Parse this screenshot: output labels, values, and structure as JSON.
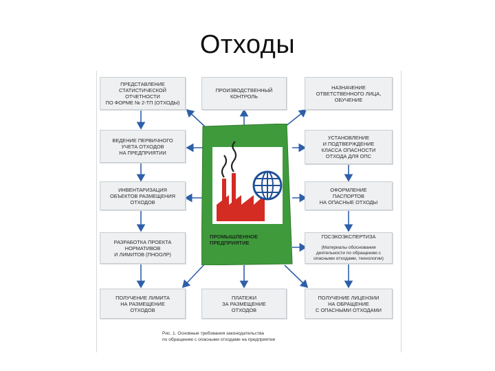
{
  "title": "Отходы",
  "boxes": {
    "stat_report": "ПРЕДСТАВЛЕНИЕ\nСТАТИСТИЧЕСКОЙ\nОТЧЕТНОСТИ\nпо форме № 2-ТП (отходы)",
    "prod_control": "ПРОИЗВОДСТВЕННЫЙ\nКОНТРОЛЬ",
    "responsible": "НАЗНАЧЕНИЕ\nОТВЕТСТВЕННОГО ЛИЦА,\nОБУЧЕНИЕ",
    "primary_account": "ВЕДЕНИЕ ПЕРВИЧНОГО\nУЧЕТА ОТХОДОВ\nНА ПРЕДПРИЯТИИ",
    "hazard_class": "УСТАНОВЛЕНИЕ\nИ ПОДТВЕРЖДЕНИЕ\nКЛАССА ОПАСНОСТИ\nОТХОДА ДЛЯ ОПС",
    "inventory": "ИНВЕНТАРИЗАЦИЯ\nОБЪЕКТОВ РАЗМЕЩЕНИЯ\nОТХОДОВ",
    "passports": "ОФОРМЛЕНИЕ\nПАСПОРТОВ\nНА ОПАСНЫЕ ОТХОДЫ",
    "pnoolr": "РАЗРАБОТКА ПРОЕКТА\nНОРМАТИВОВ\nИ ЛИМИТОВ (ПНООЛР)",
    "expertise_head": "ГОСЭКОЭКСПЕРТИЗА",
    "expertise_body": "(Материалы обоснования\nдеятельности по обращению с\nопасными отходами, технологии)",
    "limit": "ПОЛУЧЕНИЕ ЛИМИТА\nНА РАЗМЕЩЕНИЕ\nОТХОДОВ",
    "payments": "ПЛАТЕЖИ\nЗА РАЗМЕЩЕНИЕ\nОТХОДОВ",
    "license": "ПОЛУЧЕНИЕ ЛИЦЕНЗИИ\nНА ОБРАЩЕНИЕ\nС ОПАСНЫМИ ОТХОДАМИ"
  },
  "center": {
    "label": "ПРОМЫШЛЕННОЕ\nПРЕДПРИЯТИЕ",
    "panel_color": "#3f9a3c",
    "factory_color": "#d42b23",
    "globe_color": "#1f4f95"
  },
  "caption": "Рис. 1. Основные требования законодательства\nпо обращению с опасными отходами на предприятии"
}
